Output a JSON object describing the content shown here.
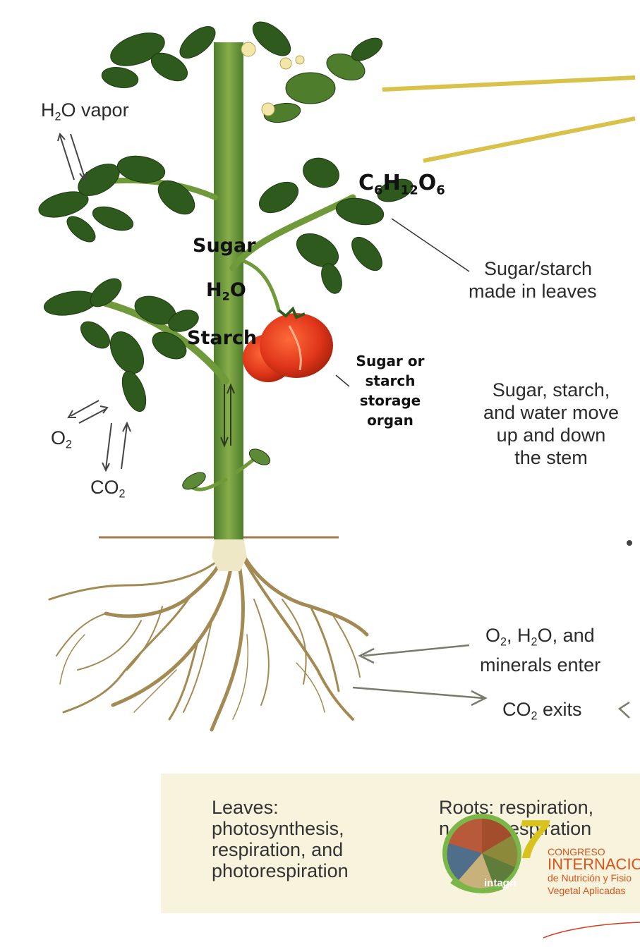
{
  "labels": {
    "h2o_vapor": {
      "main": "H",
      "sub": "2",
      "rest": "O vapor"
    },
    "o2": {
      "main": "O",
      "sub": "2"
    },
    "co2": {
      "main": "CO",
      "sub": "2"
    },
    "formula": {
      "c": "C",
      "c_sub": "6",
      "h": "H",
      "h_sub": "12",
      "o": "O",
      "o_sub": "6"
    },
    "sugar": "Sugar",
    "h2o_stem": {
      "main": "H",
      "sub": "2",
      "rest": "O"
    },
    "starch": "Starch",
    "storage_organ": [
      "Sugar or",
      "starch",
      "storage",
      "organ"
    ],
    "sugar_starch_leaves": [
      "Sugar/starch",
      "made in leaves"
    ],
    "movement": [
      "Sugar, starch,",
      "and water move",
      "up and down",
      "the stem"
    ],
    "enter": {
      "o": "O",
      "o_sub": "2",
      "mid": ", H",
      "h_sub": "2",
      "rest": "O, and",
      "line2": "minerals enter"
    },
    "exits": {
      "main": "CO",
      "sub": "2",
      "rest": " exits"
    }
  },
  "legend": {
    "leaves": [
      "Leaves:",
      "photosynthesis,",
      "respiration, and",
      "photorespiration"
    ],
    "roots_line1": "Roots: respiration,",
    "roots_line2_a": "n",
    "roots_line2_b": "orespiration"
  },
  "logo": {
    "number": "7",
    "line1": "CONGRESO",
    "line2": "INTERNACIONA",
    "line3": "de Nutrición y Fisio",
    "line4": "Vegetal Aplicadas",
    "brand": "intagri",
    "colors": {
      "orange": "#d9541c",
      "green": "#7ab648",
      "yellow": "#d8c21e",
      "red": "#d93b1e"
    }
  },
  "colors": {
    "leaf": "#2f5a1e",
    "leaf_light": "#4e7d2c",
    "stem": "#6f9a3a",
    "tomato": "#e0361a",
    "root": "#a8925c",
    "pointer_yellow": "#d8c24a"
  }
}
